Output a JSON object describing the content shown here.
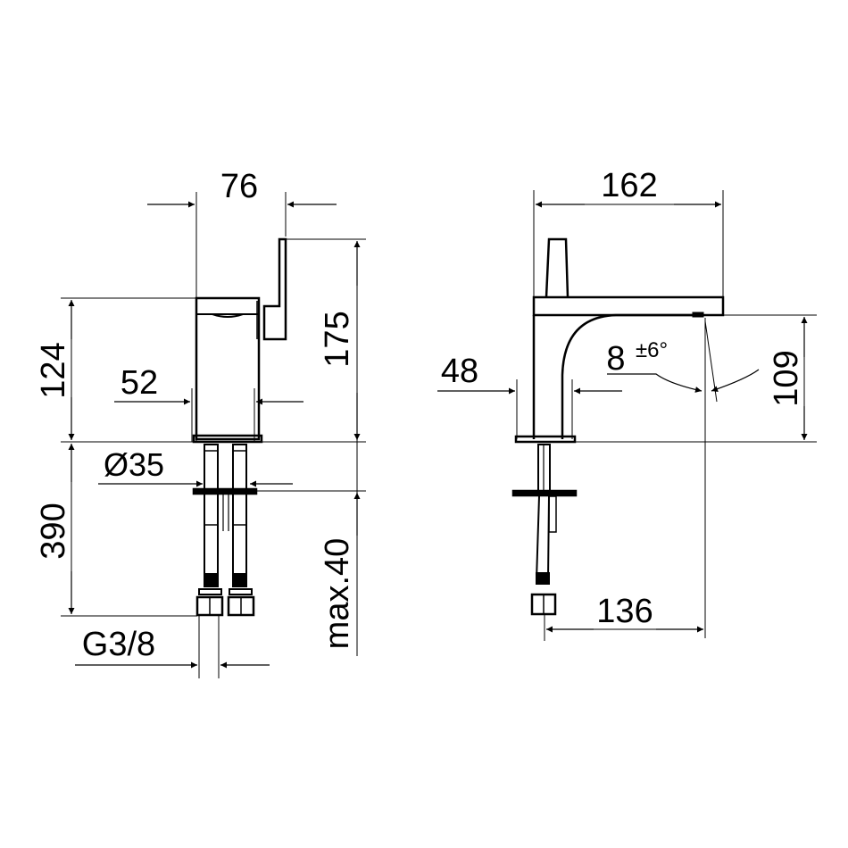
{
  "drawing": {
    "title": "Faucet dimensional drawing",
    "line_color": "#000000",
    "background": "#ffffff",
    "front_view": {
      "width_top": "76",
      "height_body": "124",
      "body_width": "52",
      "total_height": "175",
      "hole_diameter": "Ø35",
      "hose_length": "390",
      "max_thickness": "max.40",
      "thread": "G3/8"
    },
    "side_view": {
      "total_length": "162",
      "base_width": "48",
      "spout_angle_main": "8",
      "spout_angle_tol": "±6°",
      "spout_height": "109",
      "reach": "136"
    }
  }
}
